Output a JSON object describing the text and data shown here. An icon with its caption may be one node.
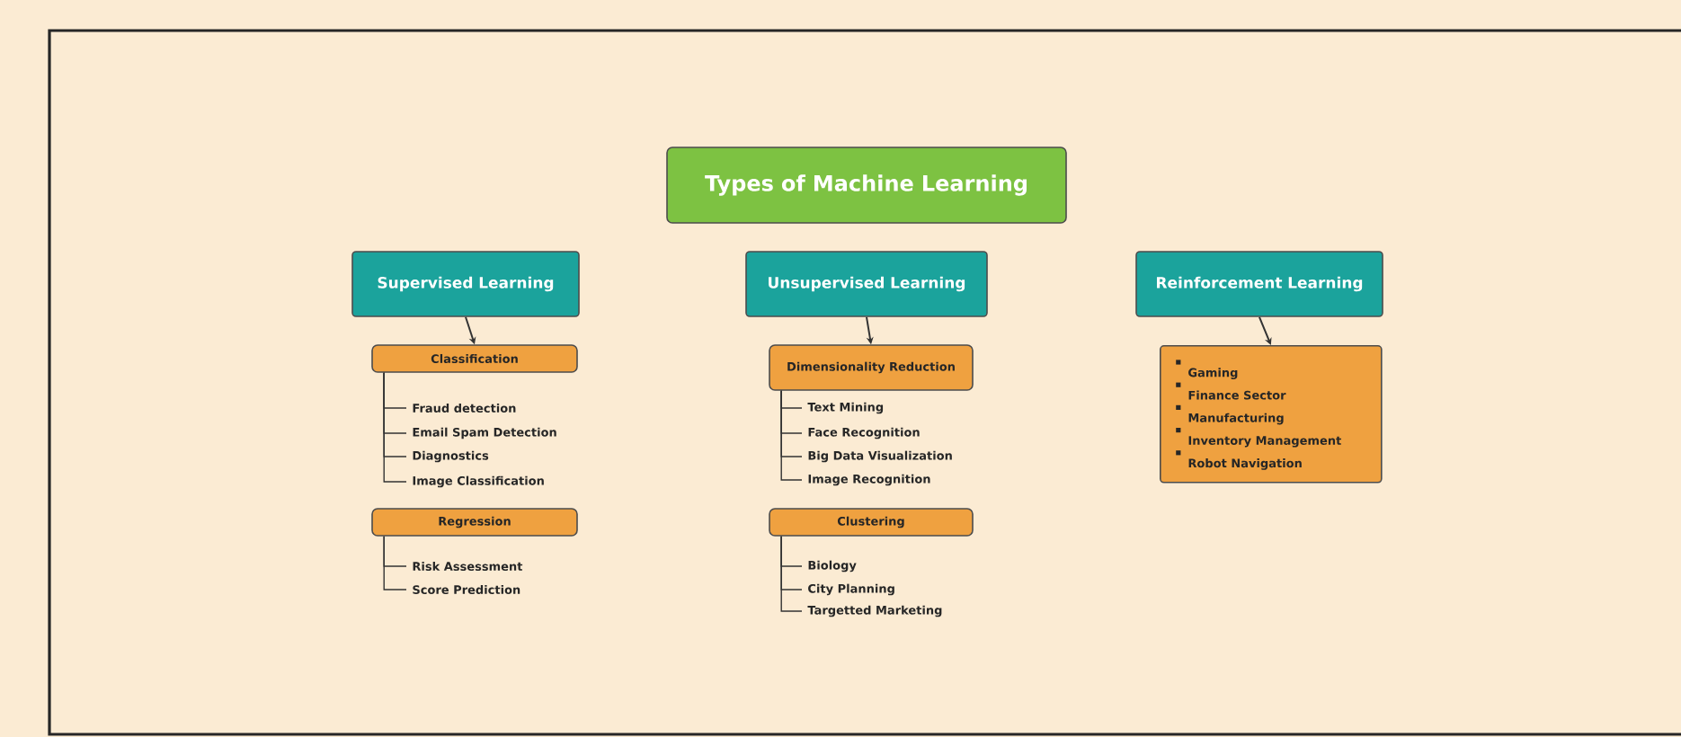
{
  "diagram": {
    "nodes": [
      {
        "text": [
          "Types of Machine Learning"
        ]
      },
      {
        "text": [
          "Supervised Learning"
        ]
      },
      {
        "text": [
          "Unsupervised Learning"
        ]
      },
      {
        "text": [
          "Reinforcement Learning"
        ]
      },
      {
        "text": [
          "Classification"
        ]
      },
      {
        "text": [
          "Fraud detection"
        ]
      },
      {
        "text": [
          "Email Spam Detection"
        ]
      },
      {
        "text": [
          "Diagnostics"
        ]
      },
      {
        "text": [
          "Image Classification"
        ]
      },
      {
        "text": [
          "Regression"
        ]
      },
      {
        "text": [
          "Risk Assessment"
        ]
      },
      {
        "text": [
          "Score Prediction"
        ]
      },
      {
        "text": [
          "Dimensionality Reduction"
        ]
      },
      {
        "text": [
          "Text Mining"
        ]
      },
      {
        "text": [
          "Face Recognition"
        ]
      },
      {
        "text": [
          "Big Data Visualization"
        ]
      },
      {
        "text": [
          "Image Recognition"
        ]
      },
      {
        "text": [
          "Clustering"
        ]
      },
      {
        "text": [
          "Biology"
        ]
      },
      {
        "text": [
          "City Planning"
        ]
      },
      {
        "text": [
          "Targetted Marketing"
        ]
      },
      {
        "text": [
          "Gaming",
          "Finance Sector",
          "Manufacturing",
          "Inventory Management",
          "Robot Navigation"
        ]
      }
    ],
    "edges": [
      {
        "from": 1,
        "to": 4,
        "arrow": "to"
      },
      {
        "from": 4,
        "to": 5,
        "arrow": "none"
      },
      {
        "from": 4,
        "to": 6,
        "arrow": "none"
      },
      {
        "from": 4,
        "to": 7,
        "arrow": "none"
      },
      {
        "from": 4,
        "to": 8,
        "arrow": "none"
      },
      {
        "from": 9,
        "to": 10,
        "arrow": "none"
      },
      {
        "from": 9,
        "to": 11,
        "arrow": "none"
      },
      {
        "from": 2,
        "to": 12,
        "arrow": "to"
      },
      {
        "from": 12,
        "to": 13,
        "arrow": "none"
      },
      {
        "from": 12,
        "to": 14,
        "arrow": "none"
      },
      {
        "from": 12,
        "to": 15,
        "arrow": "none"
      },
      {
        "from": 12,
        "to": 16,
        "arrow": "none"
      },
      {
        "from": 17,
        "to": 18,
        "arrow": "none"
      },
      {
        "from": 17,
        "to": 19,
        "arrow": "none"
      },
      {
        "from": 17,
        "to": 20,
        "arrow": "none"
      },
      {
        "from": 3,
        "to": 21,
        "arrow": "to"
      }
    ]
  }
}
